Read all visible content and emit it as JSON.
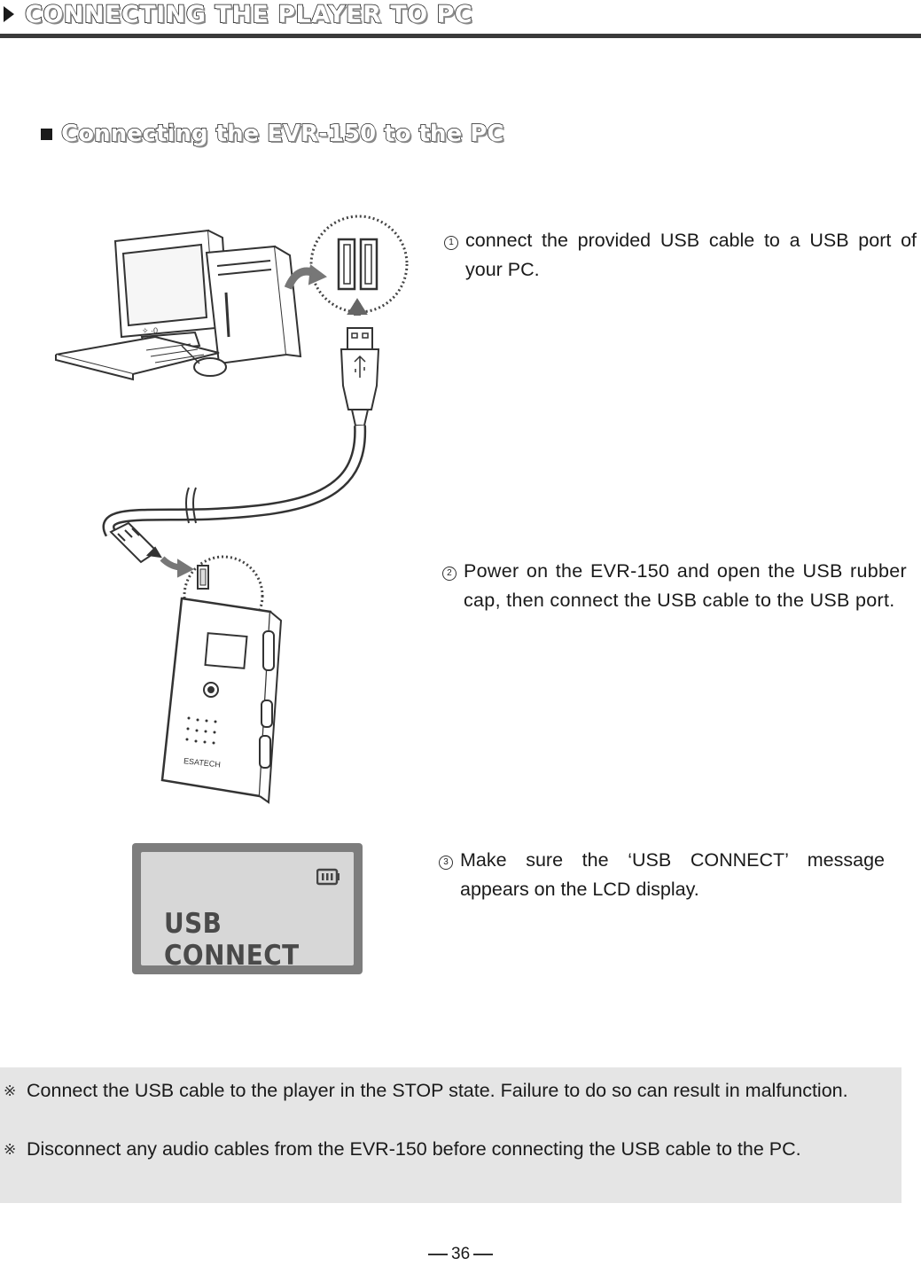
{
  "header": {
    "title": "CONNECTING THE PLAYER TO PC"
  },
  "section": {
    "title": "Connecting the EVR-150 to the PC"
  },
  "steps": [
    {
      "number": "1",
      "text": "connect the provided USB cable to a USB port of your PC."
    },
    {
      "number": "2",
      "text": "Power on the EVR-150 and open the USB rubber cap, then connect the USB cable to the USB port."
    },
    {
      "number": "3",
      "text": "Make sure the ‘USB CONNECT’ message appears on the LCD display."
    }
  ],
  "lcd": {
    "message": "USB CONNECT",
    "battery_icon": "battery-icon"
  },
  "notes": [
    {
      "mark": "※",
      "text": "Connect the USB cable to the player in the STOP state. Failure to do so can result in malfunction."
    },
    {
      "mark": "※",
      "text": "Disconnect any audio cables from the EVR-150 before connecting the USB cable to the PC."
    }
  ],
  "footer": {
    "page_number": "36"
  },
  "colors": {
    "header_rule": "#3a3a3a",
    "lcd_frame": "#7d7d7d",
    "lcd_screen": "#d7d7d7",
    "notes_background": "#e5e5e5"
  }
}
